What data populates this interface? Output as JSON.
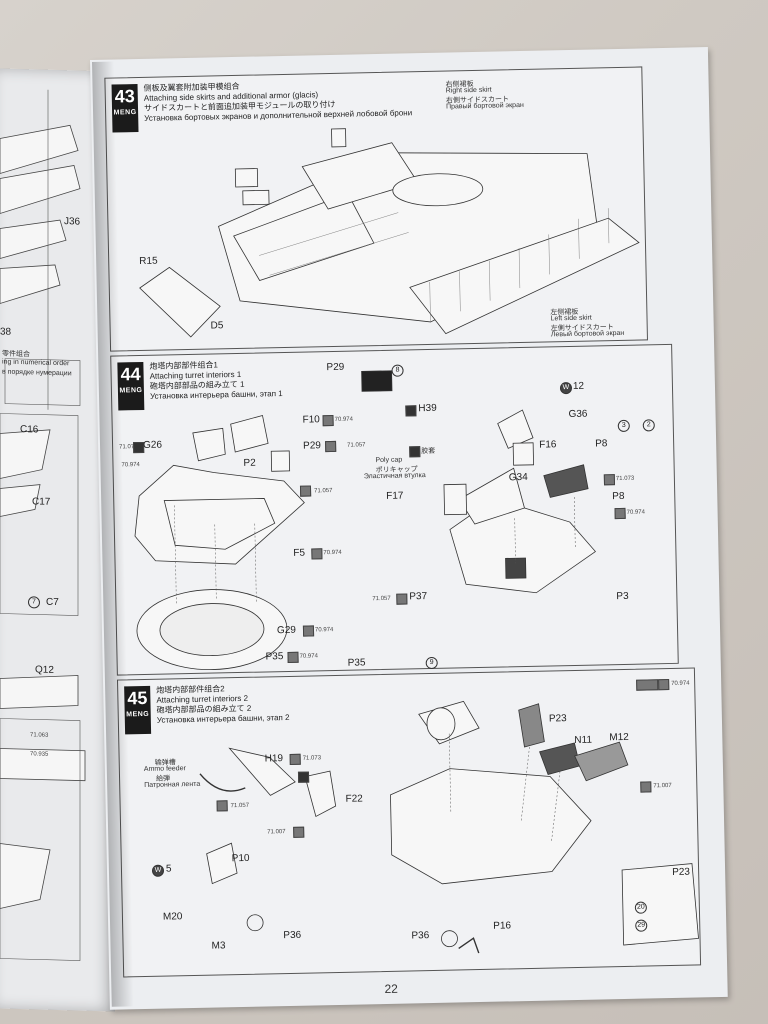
{
  "page_number": "22",
  "brand": "MENG",
  "left_page": {
    "labels": [
      "J36",
      "38",
      "C16",
      "C17",
      "C7",
      "Q12"
    ],
    "paint_codes": [
      "71.063",
      "70.935"
    ],
    "circle_number": "7",
    "header_lines": [
      "零件组合",
      "ing in numerical order",
      "в порядке нумерации"
    ]
  },
  "step43": {
    "number": "43",
    "title_cn": "侧板及翼套附加装甲模组合",
    "title_en": "Attaching side skirts and additional armor (glacis)",
    "title_jp": "サイドスカートと前面追加装甲モジュールの取り付け",
    "title_ru": "Установка бортовых экранов и дополнительной верхней лобовой брони",
    "right_skirt_cn": "右侧裙板",
    "right_skirt_en": "Right side skirt",
    "right_skirt_jp": "右側サイドスカート",
    "right_skirt_ru": "Правый бортовой экран",
    "left_skirt_cn": "左侧裙板",
    "left_skirt_en": "Left side skirt",
    "left_skirt_jp": "左側サイドスカート",
    "left_skirt_ru": "Левый бортовой экран",
    "parts": [
      "R15",
      "D5"
    ]
  },
  "step44": {
    "number": "44",
    "title_cn": "炮塔内部部件组合1",
    "title_en": "Attaching turret interiors 1",
    "title_jp": "砲塔内部部品の組み立て 1",
    "title_ru": "Установка интерьера башни, этап 1",
    "poly_cap_cn": "胶套",
    "poly_cap_en": "Poly cap",
    "poly_cap_jp": "ポリキャップ",
    "poly_cap_ru": "Эластичная втулка",
    "parts": {
      "p29_top": "P29",
      "f10": "F10",
      "p29": "P29",
      "g26": "G26",
      "p2": "P2",
      "f5": "F5",
      "g29": "G29",
      "p35": "P35",
      "p35_bottom": "P35",
      "h39": "H39",
      "g36": "G36",
      "f16": "F16",
      "p8_top": "P8",
      "g34": "G34",
      "f17": "F17",
      "p8": "P8",
      "p37": "P37",
      "p3": "P3"
    },
    "paint_codes": {
      "f10": "70.974",
      "p29": "71.057",
      "g26": "71.073",
      "g26b": "70.974",
      "hull": "71.057",
      "f5": "70.974",
      "g29": "70.974",
      "p35": "70.974",
      "p8a": "71.073",
      "p8b": "70.974",
      "p37": "71.057"
    },
    "circles": {
      "p29": "8",
      "p8a": "3",
      "p8b": "2",
      "p35": "9",
      "w12": "12"
    }
  },
  "step45": {
    "number": "45",
    "title_cn": "炮塔内部部件组合2",
    "title_en": "Attaching turret interiors 2",
    "title_jp": "砲塔内部部品の組み立て 2",
    "title_ru": "Установка интерьера башни, этап 2",
    "ammo_feeder_cn": "输弹槽",
    "ammo_feeder_en": "Ammo feeder",
    "ammo_feeder_jp": "給弾",
    "ammo_feeder_ru": "Патронная лента",
    "parts": {
      "p23": "P23",
      "n11": "N11",
      "m12": "M12",
      "h19": "H19",
      "f22": "F22",
      "p10": "P10",
      "m20": "M20",
      "m3": "M3",
      "p36": "P36",
      "p36b": "P36",
      "p16": "P16",
      "p23b": "P23"
    },
    "paint_codes": {
      "legend": "70.974",
      "h19": "71.073",
      "feeder": "71.057",
      "f22": "71.007",
      "m12": "71.007"
    },
    "circles": {
      "w5": "5",
      "c20": "20",
      "c29": "29"
    }
  }
}
